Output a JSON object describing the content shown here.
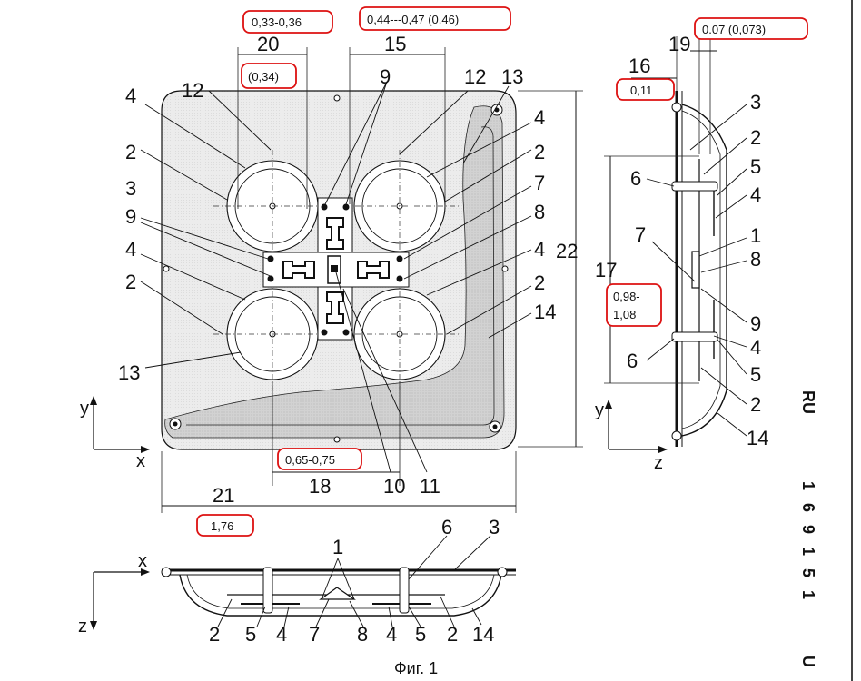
{
  "figure": {
    "caption": "Фиг. 1",
    "side_text": {
      "country": "RU",
      "number": "169151",
      "kind": "U"
    }
  },
  "front_view": {
    "labels": {
      "l12a": "12",
      "l9a": "9",
      "l12b": "12",
      "l13a": "13",
      "l4a": "4",
      "l2a": "2",
      "l3": "3",
      "l9b": "9",
      "l4b": "4",
      "l2b": "2",
      "l13b": "13",
      "l4c": "4",
      "l2c": "2",
      "l7": "7",
      "l8": "8",
      "l4d": "4",
      "l2d": "2",
      "l14": "14",
      "l10": "10",
      "l11": "11"
    },
    "dimensions": {
      "d15": "15",
      "d20": "20",
      "d22": "22",
      "d18": "18",
      "d21": "21"
    },
    "axes": {
      "y": "y",
      "x": "x"
    }
  },
  "side_view": {
    "labels": {
      "l16": "16",
      "l19": "19",
      "l3": "3",
      "l2a": "2",
      "l5a": "5",
      "l4a": "4",
      "l1": "1",
      "l8": "8",
      "l6a": "6",
      "l7": "7",
      "l9": "9",
      "l4b": "4",
      "l5b": "5",
      "l6b": "6",
      "l2b": "2",
      "l14": "14"
    },
    "dimensions": {
      "d17": "17"
    },
    "axes": {
      "y": "y",
      "z": "z"
    }
  },
  "bottom_view": {
    "labels": {
      "l1": "1",
      "l6": "6",
      "l3": "3",
      "l2a": "2",
      "l5a": "5",
      "l4a": "4",
      "l7": "7",
      "l8": "8",
      "l4b": "4",
      "l5b": "5",
      "l2b": "2",
      "l14": "14"
    },
    "axes": {
      "x": "x",
      "z": "z"
    }
  },
  "annotations": {
    "a1": "0,33-0,36",
    "a2": "0,44---0,47  (0.46)",
    "a3": "(0,34)",
    "a4": "0.07   (0,073)",
    "a5": "0,11",
    "a6a": "0,98-",
    "a6b": "1,08",
    "a7": "0,65-0,75",
    "a8": "1,76"
  },
  "colors": {
    "annotation_border": "#dd1111",
    "panel_shade": "#cfcfcf",
    "line": "#111111"
  }
}
